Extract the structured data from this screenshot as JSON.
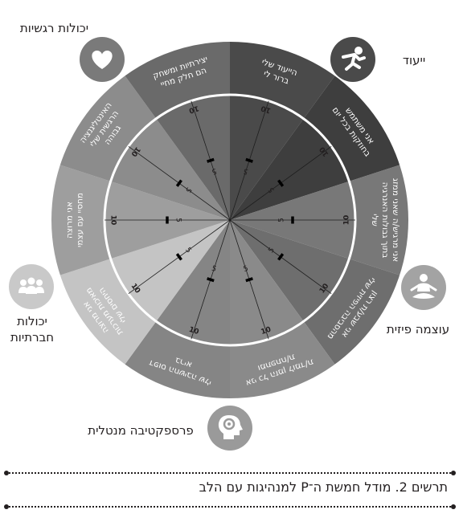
{
  "wheel": {
    "scale_max": 10,
    "scale_mid": 5,
    "segments": [
      {
        "lines": [
          "הייעוד שלי",
          "ברור לי"
        ],
        "color": "#4a4a4a"
      },
      {
        "lines": [
          "אני משתמש",
          "בחוזקות בכל יום"
        ],
        "color": "#3e3e3e"
      },
      {
        "lines": [
          "אני מרגיש/ה שאני ממזג",
          "בתוך גבולות האנרגיה",
          "שלי"
        ],
        "color": "#787878"
      },
      {
        "lines": [
          "אני שבע/ת רצון",
          "מהסביבה הפיזית שלי"
        ],
        "color": "#6e6e6e"
      },
      {
        "lines": [
          "אני כל הזמן לומד/ת",
          "ומתפתח/ת"
        ],
        "color": "#8a8a8a"
      },
      {
        "lines": [
          "דפוס החשיבה שלי",
          "בריא"
        ],
        "color": "#858585"
      },
      {
        "lines": [
          "אני מרוצה",
          "מאיכות מערכות",
          "היחסים שלי"
        ],
        "color": "#c4c4c4"
      },
      {
        "lines": [
          "אני מרוצה",
          "מחסיי עם עצמי"
        ],
        "color": "#9e9e9e"
      },
      {
        "lines": [
          "האינטליגנציה",
          "הרגשית שלי",
          "גבוהה"
        ],
        "color": "#8c8c8c"
      },
      {
        "lines": [
          "יצירתיות ומשחק",
          "הם חלק מחיי"
        ],
        "color": "#6a6a6a"
      }
    ]
  },
  "categories": [
    {
      "label": "ייעוד",
      "icon": "running-person-icon"
    },
    {
      "label": "עוצמה פיזית",
      "icon": "meditation-icon"
    },
    {
      "label": "פרספקטיבה מנטלית",
      "icon": "head-brain-icon"
    },
    {
      "label_lines": [
        "יכולות",
        "חברתיות"
      ],
      "icon": "people-group-icon"
    },
    {
      "label": "יכולות רגשיות",
      "icon": "heart-icon"
    }
  ],
  "caption": "תרשים 2. מודל חמשת ה־P למנהיגות עם הלב"
}
